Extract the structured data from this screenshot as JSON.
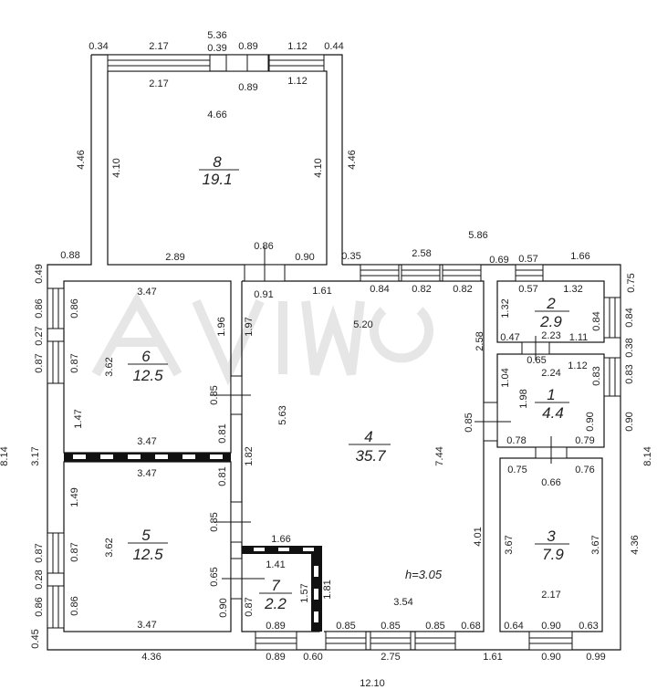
{
  "rooms": [
    {
      "id": "8",
      "area": "19.1"
    },
    {
      "id": "6",
      "area": "12.5"
    },
    {
      "id": "5",
      "area": "12.5"
    },
    {
      "id": "4",
      "area": "35.7"
    },
    {
      "id": "7",
      "area": "2.2"
    },
    {
      "id": "2",
      "area": "2.9"
    },
    {
      "id": "1",
      "area": "4.4"
    },
    {
      "id": "3",
      "area": "7.9"
    }
  ],
  "ceiling_height": "h=3.05",
  "dimensions": {
    "top_5_36": "5.36",
    "top_0_34": "0.34",
    "top_2_17": "2.17",
    "top_0_39": "0.39",
    "top_0_89": "0.89",
    "top_1_12": "1.12",
    "top_0_44": "0.44",
    "in_2_17": "2.17",
    "in_0_89": "0.89",
    "in_1_12": "1.12",
    "r8_4_66": "4.66",
    "l_4_46": "4.46",
    "r8_l_4_10": "4.10",
    "r8_r_4_10": "4.10",
    "r_4_46": "4.46",
    "dim_5_86": "5.86",
    "dim_0_88": "0.88",
    "r8_2_89": "2.89",
    "r8_0_86": "0.86",
    "r8_0_90": "0.90",
    "dim_0_35": "0.35",
    "dim_2_58_top": "2.58",
    "dim_0_69": "0.69",
    "dim_0_57": "0.57",
    "dim_1_66": "1.66",
    "l_0_49": "0.49",
    "dim_0_91": "0.91",
    "r4_1_61": "1.61",
    "win_0_84": "0.84",
    "win_0_82a": "0.82",
    "win_0_82b": "0.82",
    "r2_0_57": "0.57",
    "r2_1_32a": "1.32",
    "r_0_75": "0.75",
    "r6_3_47_top": "3.47",
    "r6_0_86": "0.86",
    "l_0_86": "0.86",
    "l_0_27": "0.27",
    "l_0_87": "0.87",
    "r6_1_96": "1.96",
    "r4_1_97": "1.97",
    "r4_5_20": "5.20",
    "r2_1_32b": "1.32",
    "r2_0_84": "0.84",
    "r_0_84": "0.84",
    "r_0_38": "0.38",
    "r4_2_58": "2.58",
    "r2_0_47": "0.47",
    "r2_2_23": "2.23",
    "r2_1_11": "1.11",
    "r1_0_65": "0.65",
    "r1_2_24": "2.24",
    "r1_1_12": "1.12",
    "r6_0_87": "0.87",
    "r6_3_62": "3.62",
    "r1_1_04": "1.04",
    "r1_1_98": "1.98",
    "r1_0_83": "0.83",
    "r_0_83": "0.83",
    "r6_0_85": "0.85",
    "r4_5_63": "5.63",
    "r4_0_85": "0.85",
    "r1_0_90": "0.90",
    "r_0_90": "0.90",
    "r6_1_47": "1.47",
    "r6_0_81": "0.81",
    "r1_0_78": "0.78",
    "r1_0_79": "0.79",
    "r6_3_47_bot": "3.47",
    "r4_7_44": "7.44",
    "r4_1_82": "1.82",
    "l_3_17": "3.17",
    "l_8_14": "8.14",
    "r_8_14": "8.14",
    "r5_3_47_top": "3.47",
    "r5_0_81": "0.81",
    "r3_0_75": "0.75",
    "r3_0_66": "0.66",
    "r3_0_76": "0.76",
    "r5_1_49": "1.49",
    "r5_0_85": "0.85",
    "r5_0_87": "0.87",
    "r5_3_62": "3.62",
    "l_0_87b": "0.87",
    "r4_4_01": "4.01",
    "r3_3_67a": "3.67",
    "r3_3_67b": "3.67",
    "r_4_36": "4.36",
    "r7_1_66": "1.66",
    "l_0_28": "0.28",
    "r5_0_65": "0.65",
    "r7_1_41": "1.41",
    "r7_1_81": "1.81",
    "r7_1_57": "1.57",
    "l_0_86b": "0.86",
    "r5_0_86": "0.86",
    "r5_0_90": "0.90",
    "r7_0_87": "0.87",
    "r4_3_54": "3.54",
    "r3_2_17": "2.17",
    "r5_3_47_bot": "3.47",
    "r7_0_89": "0.89",
    "b_0_85a": "0.85",
    "b_0_85b": "0.85",
    "b_0_85c": "0.85",
    "b_0_68": "0.68",
    "r3_0_64": "0.64",
    "r3_0_90": "0.90",
    "r3_0_63": "0.63",
    "l_0_45": "0.45",
    "b_4_36": "4.36",
    "b_0_89": "0.89",
    "b_0_60": "0.60",
    "b_2_75": "2.75",
    "b_1_61": "1.61",
    "b_0_90": "0.90",
    "b_0_99": "0.99",
    "b_12_10": "12.10"
  }
}
